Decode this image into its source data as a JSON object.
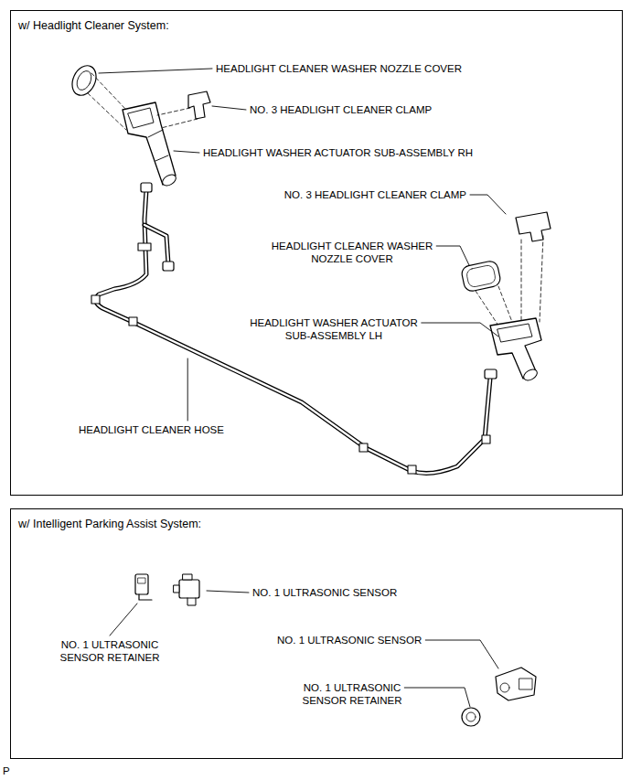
{
  "diagram": {
    "nodes": [
      {
        "text": [
          "w/ Headlight Cleaner System:"
        ]
      },
      {
        "text": [
          "w/ Intelligent Parking Assist System:"
        ]
      }
    ],
    "edges": [],
    "labels": [
      "HEADLIGHT CLEANER WASHER NOZZLE COVER",
      "NO. 3 HEADLIGHT CLEANER CLAMP",
      "HEADLIGHT WASHER ACTUATOR SUB-ASSEMBLY RH",
      "NO. 3 HEADLIGHT CLEANER CLAMP",
      "HEADLIGHT CLEANER WASHER NOZZLE COVER",
      "HEADLIGHT WASHER ACTUATOR SUB-ASSEMBLY LH",
      "HEADLIGHT CLEANER HOSE",
      "NO. 1 ULTRASONIC SENSOR",
      "NO. 1 ULTRASONIC SENSOR RETAINER",
      "NO. 1 ULTRASONIC SENSOR",
      "NO. 1 ULTRASONIC SENSOR RETAINER",
      "P"
    ]
  }
}
